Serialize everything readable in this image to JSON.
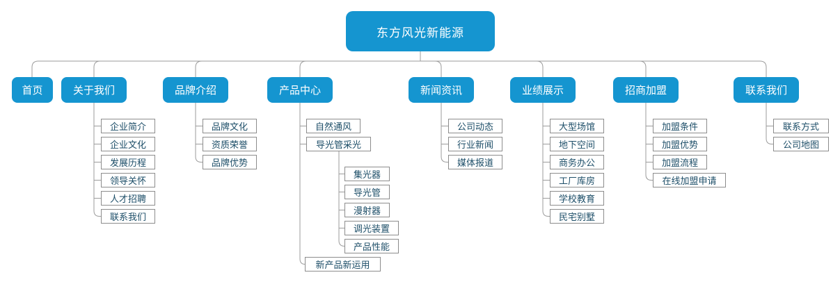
{
  "diagram": {
    "root": {
      "label": "东方风光新能源"
    },
    "sections": [
      {
        "label": "首页",
        "children": []
      },
      {
        "label": "关于我们",
        "children": [
          {
            "label": "企业简介"
          },
          {
            "label": "企业文化"
          },
          {
            "label": "发展历程"
          },
          {
            "label": "领导关怀"
          },
          {
            "label": "人才招聘"
          },
          {
            "label": "联系我们"
          }
        ]
      },
      {
        "label": "品牌介绍",
        "children": [
          {
            "label": "品牌文化"
          },
          {
            "label": "资质荣誉"
          },
          {
            "label": "品牌优势"
          }
        ]
      },
      {
        "label": "产品中心",
        "children": [
          {
            "label": "自然通风"
          },
          {
            "label": "导光管采光",
            "children": [
              {
                "label": "集光器"
              },
              {
                "label": "导光管"
              },
              {
                "label": "漫射器"
              },
              {
                "label": "调光装置"
              },
              {
                "label": "产品性能"
              }
            ]
          },
          {
            "label": "新产品新运用"
          }
        ]
      },
      {
        "label": "新闻资讯",
        "children": [
          {
            "label": "公司动态"
          },
          {
            "label": "行业新闻"
          },
          {
            "label": "媒体报道"
          }
        ]
      },
      {
        "label": "业绩展示",
        "children": [
          {
            "label": "大型场馆"
          },
          {
            "label": "地下空间"
          },
          {
            "label": "商务办公"
          },
          {
            "label": "工厂库房"
          },
          {
            "label": "学校教育"
          },
          {
            "label": "民宅别墅"
          }
        ]
      },
      {
        "label": "招商加盟",
        "children": [
          {
            "label": "加盟条件"
          },
          {
            "label": "加盟优势"
          },
          {
            "label": "加盟流程"
          },
          {
            "label": "在线加盟申请"
          }
        ]
      },
      {
        "label": "联系我们",
        "children": [
          {
            "label": "联系方式"
          },
          {
            "label": "公司地图"
          }
        ]
      }
    ]
  },
  "colors": {
    "node_fill": "#1595d0",
    "node_text": "#ffffff",
    "leaf_border": "#8c8c8c",
    "leaf_text": "#1d4e68",
    "connector": "#9b9b9b"
  }
}
